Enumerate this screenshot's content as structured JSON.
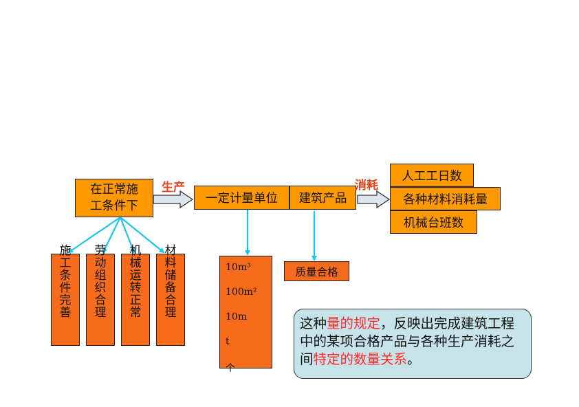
{
  "source_box": {
    "line1": "在正常施",
    "line2": "工条件下"
  },
  "produce_label": "生产",
  "unit_box": "一定计量单位",
  "product_box": "建筑产品",
  "consume_label": "消耗",
  "consumption_items": [
    "人工工日数",
    "各种材料消耗量",
    "机械台班数"
  ],
  "conditions": [
    "施工条件完善",
    "劳动组织合理",
    "机械运转正常",
    "材料储备合理"
  ],
  "units": [
    "10m³",
    "100m²",
    "10m",
    "t",
    "个"
  ],
  "quality_box": "质量合格",
  "note": {
    "part1": "这种",
    "part2_red": "量的规定",
    "part3": "，反映出完成建筑工程中的某项合格产品与各种生产消耗之间",
    "part4_red": "特定的数量关系",
    "part5": "。"
  },
  "colors": {
    "orange": "#ff9900",
    "deep_orange": "#f76b1c",
    "arrow_cyan": "#1ec3f0",
    "note_bg": "#c6e3ea",
    "accent_red": "#e8431a"
  }
}
